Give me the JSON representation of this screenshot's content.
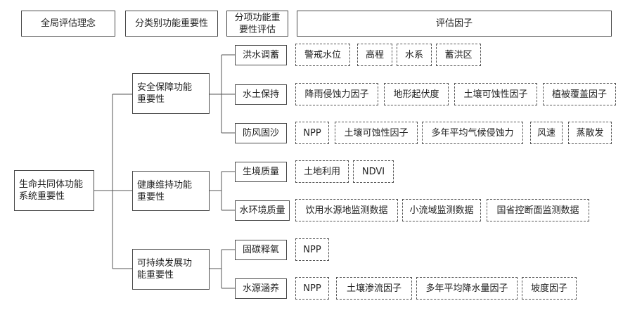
{
  "headers": {
    "col1": "全局评估理念",
    "col2": "分类别功能重要性",
    "col3": "分项功能重要性评估",
    "col4": "评估因子"
  },
  "root": "生命共同体功能系统重要性",
  "categories": [
    {
      "label": "安全保障功能重要性",
      "items": [
        {
          "label": "洪水调蓄",
          "factors": [
            "警戒水位",
            "高程",
            "水系",
            "蓄洪区"
          ]
        },
        {
          "label": "水土保持",
          "factors": [
            "降雨侵蚀力因子",
            "地形起伏度",
            "土壤可蚀性因子",
            "植被覆盖因子"
          ]
        },
        {
          "label": "防风固沙",
          "factors": [
            "NPP",
            "土壤可蚀性因子",
            "多年平均气候侵蚀力",
            "风速",
            "蒸散发"
          ]
        }
      ]
    },
    {
      "label": "健康维持功能重要性",
      "items": [
        {
          "label": "生境质量",
          "factors": [
            "土地利用",
            "NDVI"
          ]
        },
        {
          "label": "水环境质量",
          "factors": [
            "饮用水源地监测数据",
            "小流域监测数据",
            "国省控断面监测数据"
          ]
        }
      ]
    },
    {
      "label": "可持续发展功能重要性",
      "items": [
        {
          "label": "固碳释氧",
          "factors": [
            "NPP"
          ]
        },
        {
          "label": "水源涵养",
          "factors": [
            "NPP",
            "土壤渗流因子",
            "多年平均降水量因子",
            "坡度因子"
          ]
        }
      ]
    }
  ]
}
